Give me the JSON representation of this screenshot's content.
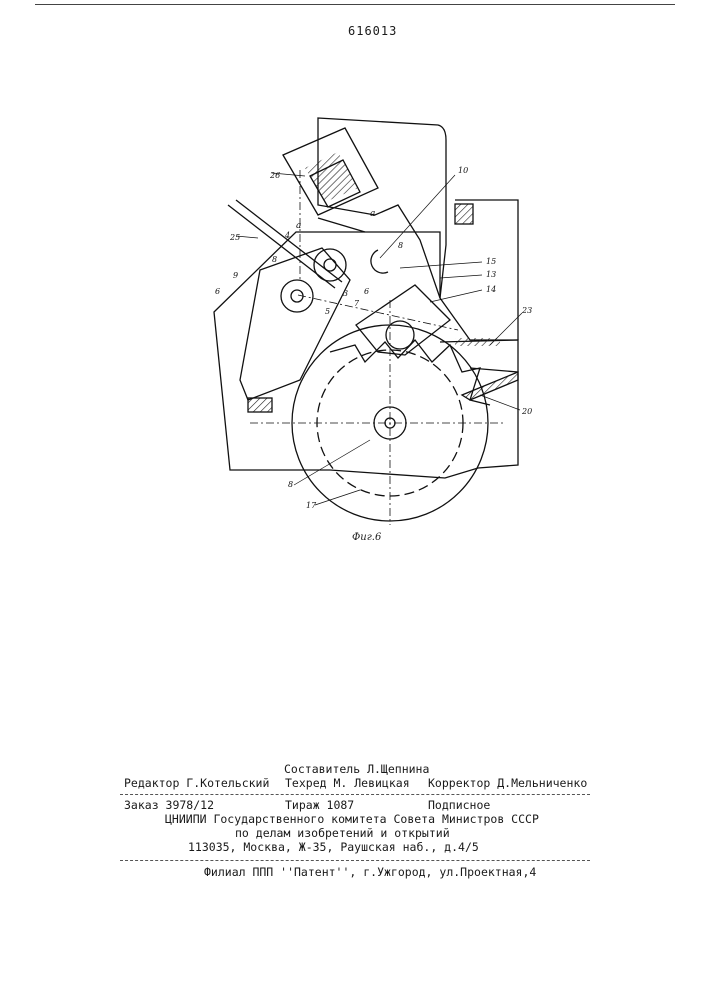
{
  "patent_number": "616013",
  "figure_caption": "Фиг.6",
  "labels": {
    "n26": "26",
    "n10": "10",
    "n25": "25",
    "n4": "4",
    "a1": "а",
    "a2": "а",
    "n8a": "8",
    "n8b": "8",
    "n9": "9",
    "n6": "6",
    "n3": "3",
    "n5": "5",
    "n6b": "6",
    "n7": "7",
    "n15": "15",
    "n13": "13",
    "n14": "14",
    "n23": "23",
    "n20": "20",
    "n8c": "8",
    "n17": "17"
  },
  "colophon": {
    "compiler": "Составитель Л.Щепнина",
    "editor": "Редактор Г.Котельский",
    "techred": "Техред М. Левицкая",
    "corrector": "Корректор Д.Мельниченко",
    "order": "Заказ 3978/12",
    "circulation": "Тираж 1087",
    "subscription": "Подписное",
    "org_line1": "ЦНИИПИ Государственного комитета Совета Министров СССР",
    "org_line2": "по делам изобретений и открытий",
    "address": "113035, Москва, Ж-35, Раушская наб., д.4/5",
    "branch": "Филиал ППП ''Патент'', г.Ужгород, ул.Проектная,4"
  }
}
